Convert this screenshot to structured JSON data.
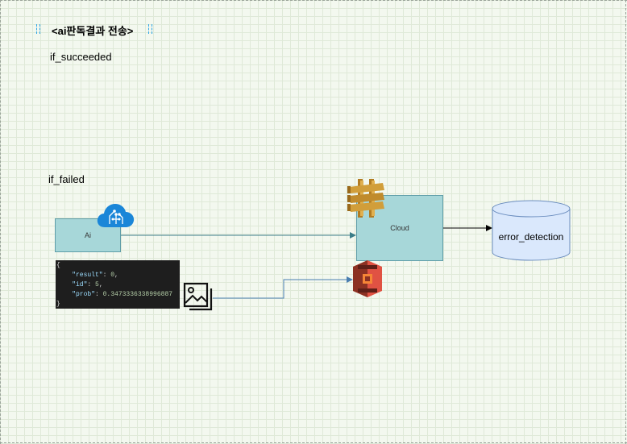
{
  "title": "<ai판독결과 전송>",
  "labels": {
    "succeeded": "if_succeeded",
    "failed": "if_failed"
  },
  "nodes": {
    "ai": "Ai",
    "cloud": "Cloud",
    "database": "error_detection"
  },
  "json_payload": {
    "open": "{",
    "result_key": "\"result\"",
    "result_val": "0",
    "id_key": "\"id\"",
    "id_val": "5",
    "prob_key": "\"prob\"",
    "prob_val": "0.3473336338996887",
    "close": "}"
  },
  "colors": {
    "box_fill": "#a7d7d9",
    "box_stroke": "#5f9da8",
    "db_fill": "#dae8fc",
    "db_stroke": "#6c8ebf",
    "api_gateway": "#d19e3a",
    "s3": "#d63b2f",
    "cloud_icon": "#1a86d8",
    "code_bg": "#1e1e1e"
  },
  "icons": [
    "ai-cloud-icon",
    "api-gateway-icon",
    "s3-bucket-icon",
    "image-icon",
    "database-cylinder-icon"
  ]
}
